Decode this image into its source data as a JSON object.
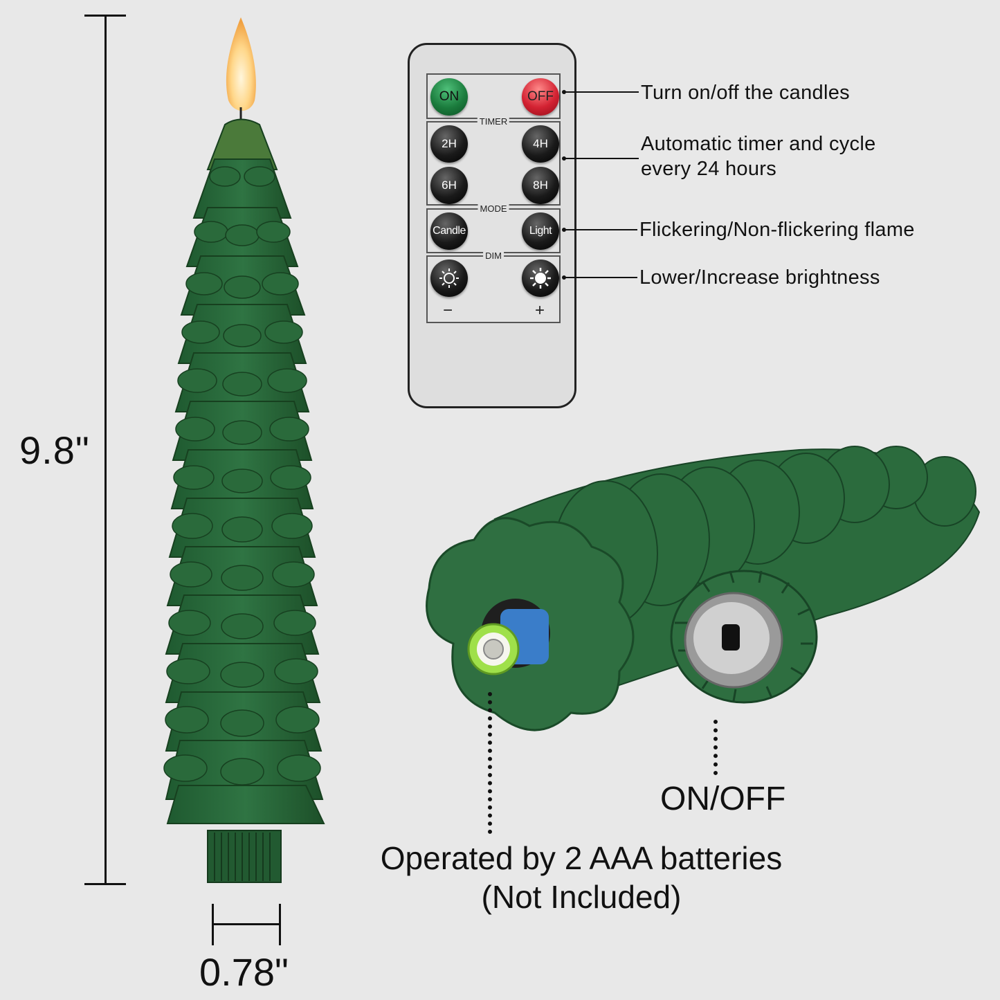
{
  "dimensions": {
    "height": "9.8\"",
    "width": "0.78\""
  },
  "remote": {
    "power": {
      "on_label": "ON",
      "off_label": "OFF"
    },
    "timer": {
      "title": "TIMER",
      "buttons": [
        "2H",
        "4H",
        "6H",
        "8H"
      ]
    },
    "mode": {
      "title": "MODE",
      "candle_label": "Candle",
      "light_label": "Light"
    },
    "dim": {
      "title": "DIM",
      "minus": "−",
      "plus": "+"
    }
  },
  "callouts": {
    "power": "Turn on/off the candles",
    "timer_line1": "Automatic timer and cycle",
    "timer_line2": "every 24 hours",
    "mode": "Flickering/Non-flickering flame",
    "dim": "Lower/Increase brightness"
  },
  "bottom": {
    "switch_label": "ON/OFF",
    "battery_line1": "Operated by 2 AAA batteries",
    "battery_line2": "(Not Included)"
  },
  "colors": {
    "candle_green": "#2d6b3c",
    "candle_dark": "#1f4f2b",
    "flame": "#ffd27a",
    "on_button": "#1b7c3d",
    "off_button": "#d32232"
  }
}
